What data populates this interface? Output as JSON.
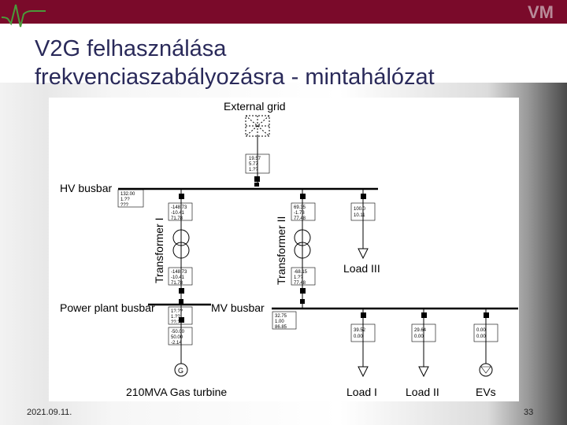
{
  "slide": {
    "title_line1": "V2G felhasználása",
    "title_line2": "frekvenciaszabályozásra - mintahálózat",
    "footer_date": "2021.09.11.",
    "page_number": "33"
  },
  "diagram": {
    "external_grid": "External grid",
    "ext_box": [
      "19.57",
      "5.77",
      "1.??"
    ],
    "hv_busbar": "HV busbar",
    "hv_bus_box": [
      "132.00",
      "1.??",
      "???"
    ],
    "transformer1": "Transformer I",
    "t1_top_box": [
      "-148.73",
      "-10.41",
      "71.78"
    ],
    "t1_bottom_box": [
      "-148.73",
      "-10.41",
      "71.78"
    ],
    "transformer2": "Transformer II",
    "t2_top_box": [
      "69.35",
      "-1.73",
      "77.48"
    ],
    "t2_bottom_box": [
      "-68.15",
      "1.??",
      "77.48"
    ],
    "load3": "Load III",
    "load3_box": [
      "100.0",
      "10.11"
    ],
    "power_plant_busbar": "Power plant busbar",
    "pp_bus_box": [
      "1?.??",
      "1.??",
      "??.??"
    ],
    "mv_busbar": "MV busbar",
    "mv_bus_box": [
      "32.75",
      "1.00",
      "86.85"
    ],
    "gen_box": [
      "-50.00",
      "50.00",
      "-2.14"
    ],
    "gas_turbine": "210MVA Gas turbine",
    "load1": "Load I",
    "load1_box": [
      "39.52",
      "0.00"
    ],
    "load2": "Load II",
    "load2_box": [
      "29.64",
      "0.00"
    ],
    "evs": "EVs",
    "evs_box": [
      "0.00",
      "0.00"
    ]
  },
  "colors": {
    "accent": "#7a0a2a",
    "title": "#2a2a5a"
  }
}
